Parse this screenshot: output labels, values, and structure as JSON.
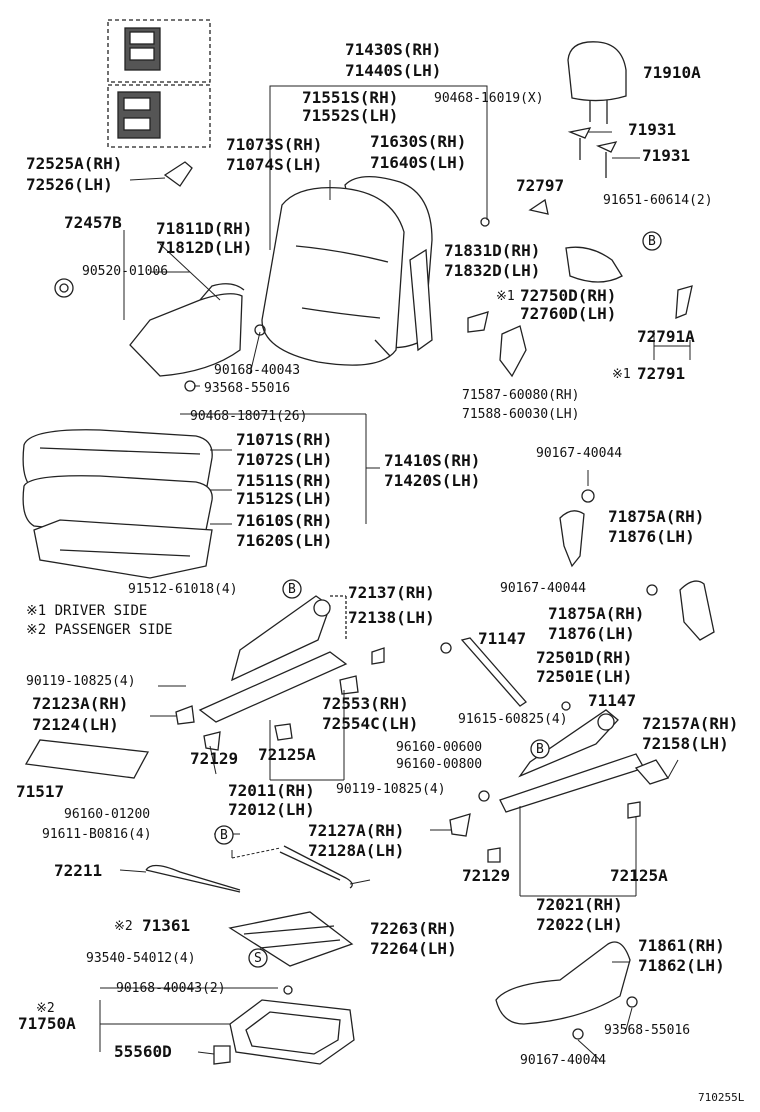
{
  "parts": {
    "p71430s": "71430S(RH)",
    "p71440s": "71440S(LH)",
    "p71551s": "71551S(RH)",
    "p71552s": "71552S(LH)",
    "p90468_16019": "90468-16019(X)",
    "p71910a": "71910A",
    "p71931a": "71931",
    "p71931b": "71931",
    "p72525a": "72525A(RH)",
    "p72526": "72526(LH)",
    "p71073s": "71073S(RH)",
    "p71074s": "71074S(LH)",
    "p71630s": "71630S(RH)",
    "p71640s": "71640S(LH)",
    "p72797": "72797",
    "p91651": "91651-60614(2)",
    "p72457b": "72457B",
    "p71811d": "71811D(RH)",
    "p71812d": "71812D(LH)",
    "p90520": "90520-01006",
    "p71831d": "71831D(RH)",
    "p71832d": "71832D(LH)",
    "p72750d": "72750D(RH)",
    "p72760d": "72760D(LH)",
    "p72791a": "72791A",
    "p72791": "72791",
    "p90168_40043": "90168-40043",
    "p93568_55016a": "93568-55016",
    "p71587": "71587-60080(RH)",
    "p71588": "71588-60030(LH)",
    "p90468_18071": "90468-18071(26)",
    "p71071s": "71071S(RH)",
    "p71072s": "71072S(LH)",
    "p71511s": "71511S(RH)",
    "p71512s": "71512S(LH)",
    "p71610s": "71610S(RH)",
    "p71620s": "71620S(LH)",
    "p71410s": "71410S(RH)",
    "p71420s": "71420S(LH)",
    "p90167_40044a": "90167-40044",
    "p71875a_1": "71875A(RH)",
    "p71876_1": "71876(LH)",
    "p90167_40044b": "90167-40044",
    "p71875a_2": "71875A(RH)",
    "p71876_2": "71876(LH)",
    "p91512": "91512-61018(4)",
    "p72137": "72137(RH)",
    "p72138": "72138(LH)",
    "p71147a": "71147",
    "p72501d": "72501D(RH)",
    "p72501e": "72501E(LH)",
    "p71147b": "71147",
    "p90119a": "90119-10825(4)",
    "p72123a": "72123A(RH)",
    "p72124": "72124(LH)",
    "p72553": "72553(RH)",
    "p72554c": "72554C(LH)",
    "p91615": "91615-60825(4)",
    "p72157a": "72157A(RH)",
    "p72158": "72158(LH)",
    "p96160_00600": "96160-00600",
    "p96160_00800": "96160-00800",
    "p72129a": "72129",
    "p72125a_1": "72125A",
    "p71517": "71517",
    "p72011": "72011(RH)",
    "p72012": "72012(LH)",
    "p90119b": "90119-10825(4)",
    "p96160_01200": "96160-01200",
    "p91611": "91611-B0816(4)",
    "p72127a": "72127A(RH)",
    "p72128a": "72128A(LH)",
    "p72211": "72211",
    "p72129b": "72129",
    "p72125a_2": "72125A",
    "p72021": "72021(RH)",
    "p72022": "72022(LH)",
    "p71361": "71361",
    "p72263": "72263(RH)",
    "p72264": "72264(LH)",
    "p93540": "93540-54012(4)",
    "p71861": "71861(RH)",
    "p71862": "71862(LH)",
    "p90168_40043b": "90168-40043(2)",
    "p71750a": "71750A",
    "p55560d": "55560D",
    "p93568_55016b": "93568-55016",
    "p90167_40044c": "90167-40044"
  },
  "notes": {
    "n1_mark": "※1",
    "n1": "※1 DRIVER SIDE",
    "n2": "※2 PASSENGER SIDE",
    "mark1a": "※1",
    "mark1b": "※1",
    "mark2a": "※2",
    "mark2b": "※2"
  },
  "callouts": {
    "b": "B",
    "s": "S"
  },
  "figure_id": "710255L"
}
